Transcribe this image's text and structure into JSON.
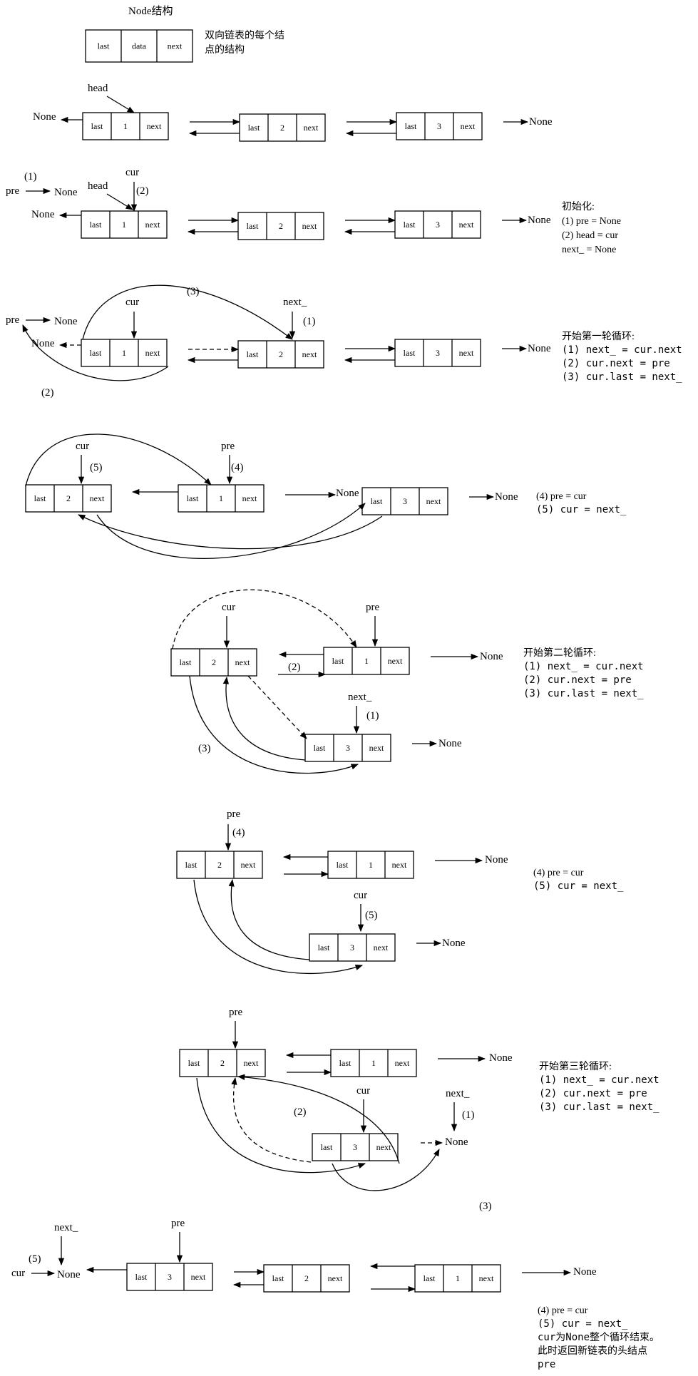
{
  "node_structure": {
    "title": "Node结构",
    "fields": [
      "last",
      "data",
      "next"
    ],
    "description": [
      "双向链表的每个结",
      "点的结构"
    ]
  },
  "labels": {
    "none": "None",
    "head": "head",
    "cur": "cur",
    "pre": "pre",
    "next_ptr": "next_",
    "last": "last",
    "next": "next",
    "step1": "(1)",
    "step2": "(2)",
    "step3": "(3)",
    "step4": "(4)",
    "step5": "(5)"
  },
  "values": {
    "one": "1",
    "two": "2",
    "three": "3"
  },
  "notes": {
    "init": [
      "初始化:",
      "(1) pre = None",
      "(2) head = cur",
      "next_ = None"
    ],
    "loop1": [
      "开始第一轮循环:",
      "(1) next_ = cur.next",
      "(2) cur.next = pre",
      "(3) cur.last = next_"
    ],
    "move": [
      "(4) pre = cur",
      "(5) cur = next_"
    ],
    "loop2": [
      "开始第二轮循环:",
      "(1) next_ = cur.next",
      "(2) cur.next = pre",
      "(3) cur.last = next_"
    ],
    "loop3": [
      "开始第三轮循环:",
      "(1) next_ = cur.next",
      "(2) cur.next = pre",
      "(3) cur.last = next_"
    ],
    "final": [
      "(4) pre = cur",
      "(5) cur = next_",
      "cur为None整个循环结束。",
      "此时返回新链表的头结点",
      "pre"
    ]
  }
}
